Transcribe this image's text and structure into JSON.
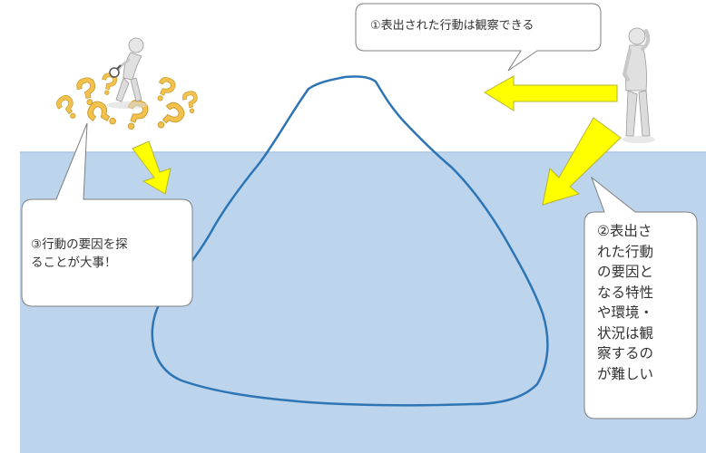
{
  "callouts": {
    "observable": "①表出された行動は観察できる",
    "hidden_factors": "②表出さ\nれた行動\nの要因と\nなる特性\nや環境・\n状況は観\n察するの\nが難しい",
    "important": "③行動の要因を探\nることが大事！"
  },
  "colors": {
    "water": "#bcd4ec",
    "water_edge": "#a9c6e4",
    "iceberg_outline": "#2e75b6",
    "arrow_fill": "#ffff00",
    "arrow_stroke": "#b6b62e",
    "callout_border": "#7f7f7f",
    "question_marks": "#f2c14e"
  },
  "icons": {
    "observer": "person-thinking-icon",
    "investigator": "person-magnifying-glass-icon",
    "question_marks": "question-mark-icon"
  }
}
